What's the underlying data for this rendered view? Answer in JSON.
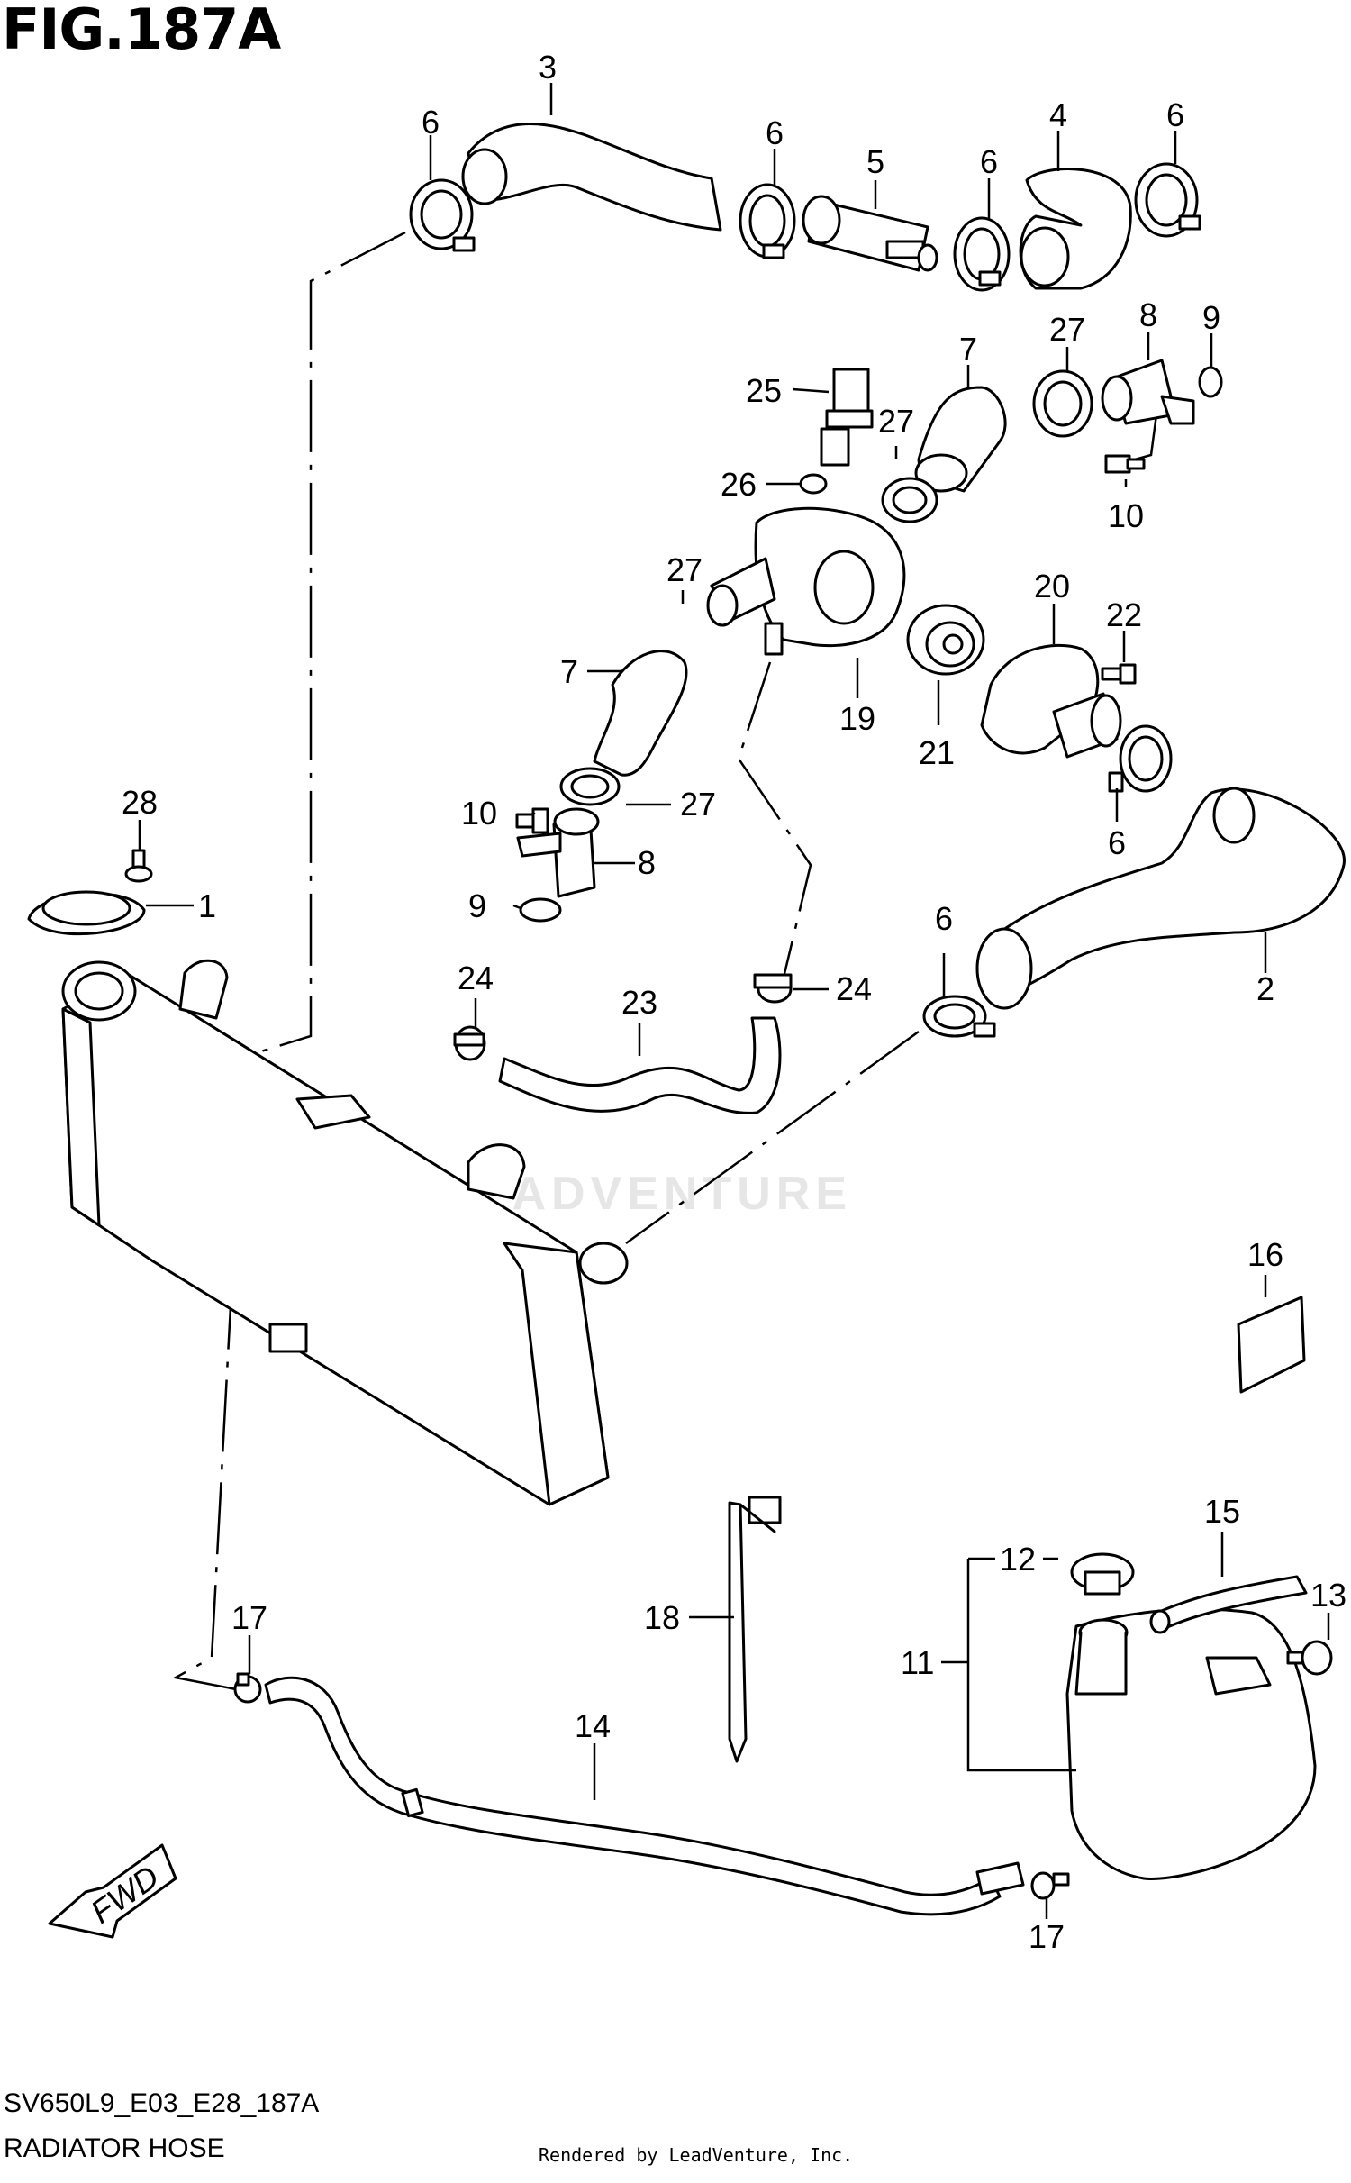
{
  "figure": {
    "title": "FIG.187A",
    "code": "SV650L9_E03_E28_187A",
    "caption": "RADIATOR HOSE",
    "credit": "Rendered by LeadVenture, Inc.",
    "watermark": "LEADVENTURE",
    "fwd_label": "FWD"
  },
  "callouts": [
    {
      "id": "c3",
      "text": "3"
    },
    {
      "id": "c6a",
      "text": "6"
    },
    {
      "id": "c6b",
      "text": "6"
    },
    {
      "id": "c5",
      "text": "5"
    },
    {
      "id": "c6c",
      "text": "6"
    },
    {
      "id": "c4",
      "text": "4"
    },
    {
      "id": "c6d",
      "text": "6"
    },
    {
      "id": "c7a",
      "text": "7"
    },
    {
      "id": "c27a",
      "text": "27"
    },
    {
      "id": "c8a",
      "text": "8"
    },
    {
      "id": "c9a",
      "text": "9"
    },
    {
      "id": "c25",
      "text": "25"
    },
    {
      "id": "c27b",
      "text": "27"
    },
    {
      "id": "c26",
      "text": "26"
    },
    {
      "id": "c10a",
      "text": "10"
    },
    {
      "id": "c27c",
      "text": "27"
    },
    {
      "id": "c20",
      "text": "20"
    },
    {
      "id": "c22",
      "text": "22"
    },
    {
      "id": "c7b",
      "text": "7"
    },
    {
      "id": "c19",
      "text": "19"
    },
    {
      "id": "c21",
      "text": "21"
    },
    {
      "id": "c28",
      "text": "28"
    },
    {
      "id": "c10b",
      "text": "10"
    },
    {
      "id": "c27d",
      "text": "27"
    },
    {
      "id": "c6e",
      "text": "6"
    },
    {
      "id": "c8b",
      "text": "8"
    },
    {
      "id": "c1",
      "text": "1"
    },
    {
      "id": "c9b",
      "text": "9"
    },
    {
      "id": "c6f",
      "text": "6"
    },
    {
      "id": "c24a",
      "text": "24"
    },
    {
      "id": "c24b",
      "text": "24"
    },
    {
      "id": "c23",
      "text": "23"
    },
    {
      "id": "c2",
      "text": "2"
    },
    {
      "id": "c16",
      "text": "16"
    },
    {
      "id": "c15",
      "text": "15"
    },
    {
      "id": "c12",
      "text": "12"
    },
    {
      "id": "c13",
      "text": "13"
    },
    {
      "id": "c18",
      "text": "18"
    },
    {
      "id": "c17a",
      "text": "17"
    },
    {
      "id": "c11",
      "text": "11"
    },
    {
      "id": "c14",
      "text": "14"
    },
    {
      "id": "c17b",
      "text": "17"
    }
  ]
}
